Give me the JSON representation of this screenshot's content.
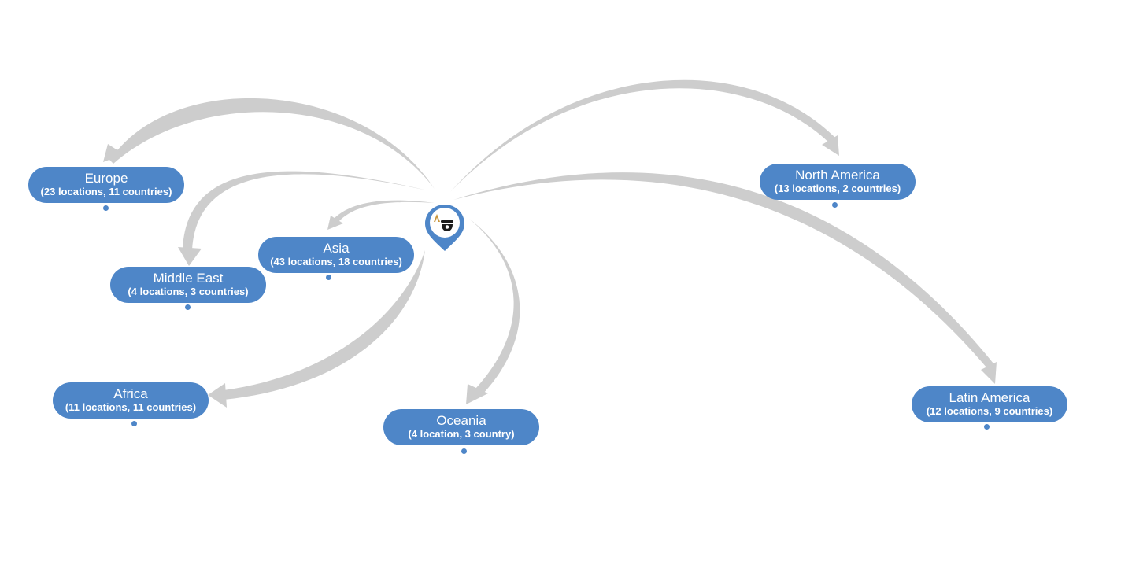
{
  "colors": {
    "node_fill": "#4e86c8",
    "arrow": "#cdcdcd",
    "pin": "#4e86c8",
    "logo_caret": "#c9953a",
    "logo_dark": "#1c1c1c"
  },
  "hub": {
    "icon": "location-pin-icon",
    "logo_icon": "company-logo-icon"
  },
  "regions": [
    {
      "id": "europe",
      "name": "Europe",
      "stats": "(23 locations, 11 countries)"
    },
    {
      "id": "middle-east",
      "name": "Middle East",
      "stats": "(4 locations, 3 countries)"
    },
    {
      "id": "asia",
      "name": "Asia",
      "stats": "(43 locations, 18 countries)"
    },
    {
      "id": "africa",
      "name": "Africa",
      "stats": "(11 locations, 11 countries)"
    },
    {
      "id": "oceania",
      "name": "Oceania",
      "stats": "(4 location, 3 country)"
    },
    {
      "id": "north-america",
      "name": "North America",
      "stats": "(13 locations, 2 countries)"
    },
    {
      "id": "latin-america",
      "name": "Latin America",
      "stats": "(12 locations, 9 countries)"
    }
  ],
  "edges": [
    {
      "from": "hub",
      "to": "europe"
    },
    {
      "from": "hub",
      "to": "middle-east"
    },
    {
      "from": "hub",
      "to": "asia"
    },
    {
      "from": "hub",
      "to": "africa"
    },
    {
      "from": "hub",
      "to": "oceania"
    },
    {
      "from": "hub",
      "to": "north-america"
    },
    {
      "from": "hub",
      "to": "latin-america"
    }
  ]
}
